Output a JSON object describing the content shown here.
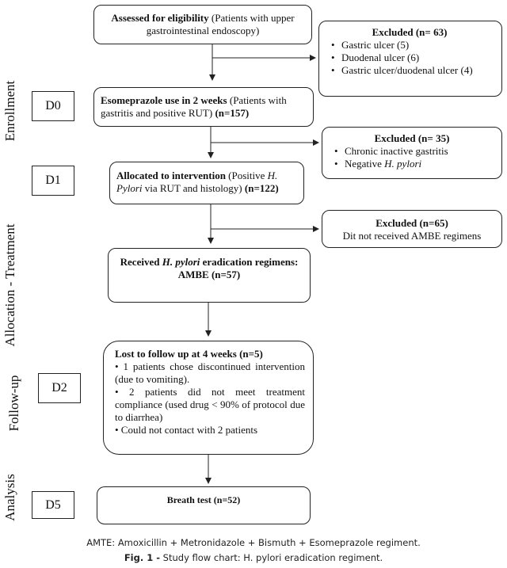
{
  "stages": {
    "enrollment": "Enrollment",
    "allocation": "Allocation - Treatment",
    "followup": "Follow-up",
    "analysis": "Analysis"
  },
  "days": {
    "d0": "D0",
    "d1": "D1",
    "d2": "D2",
    "d5": "D5"
  },
  "boxes": {
    "eligibility": {
      "bold": "Assessed for eligibility",
      "rest": " (Patients with upper gastrointestinal endoscopy)"
    },
    "excluded1": {
      "title": "Excluded (n= 63)",
      "items": [
        "Gastric ulcer (5)",
        "Duodenal ulcer (6)",
        "Gastric ulcer/duodenal ulcer (4)"
      ]
    },
    "esomeprazole": {
      "bold": "Esomeprazole use in 2 weeks",
      "rest": " (Patients with gastritis and positive RUT) ",
      "count": "(n=157)"
    },
    "excluded2": {
      "title": "Excluded (n= 35)",
      "item1": "Chronic inactive gastritis",
      "item2_prefix": "Negative ",
      "item2_italic": "H. pylori"
    },
    "allocated": {
      "bold": "Allocated to intervention",
      "rest1": " (Positive ",
      "italic": "H. Pylori",
      "rest2": " via RUT and histology) ",
      "count": "(n=122)"
    },
    "excluded3": {
      "title": "Excluded (n=65)",
      "text": "Dit not received AMBE regimens"
    },
    "received": {
      "prefix": "Received ",
      "italic": "H. pylori",
      "suffix": " eradication regimens: AMBE (n=57)"
    },
    "lost": {
      "title": "Lost to follow up at 4 weeks (n=5)",
      "item1": "• 1 patients chose discontinued intervention (due to vomiting).",
      "item2": "• 2 patients did not meet treatment compliance (used drug < 90% of protocol due to diarrhea)",
      "item3": "• Could not contact with 2 patients"
    },
    "breath": {
      "text": "Breath test (n=52)"
    }
  },
  "caption": {
    "abbrev": "AMTE: Amoxicillin + Metronidazole + Bismuth + Esomeprazole regiment.",
    "fig_label": "Fig. 1 -",
    "fig_text": " Study flow chart: H. pylori eradication regiment."
  }
}
